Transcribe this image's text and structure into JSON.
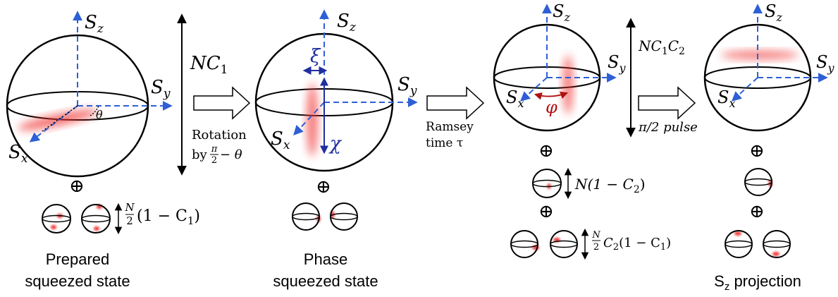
{
  "axes": {
    "sz": "S",
    "sz_sub": "z",
    "sy": "S",
    "sy_sub": "y",
    "sx": "S",
    "sx_sub": "x"
  },
  "panel1": {
    "theta": "θ",
    "height_label_main": "NC",
    "height_label_sub": "1",
    "oplus": "⊕",
    "small_label": "(1 − C",
    "small_label_sub": "1",
    "small_label_end": ")",
    "frac_num": "N",
    "frac_den": "2",
    "caption_line1": "Prepared",
    "caption_line2": "squeezed state"
  },
  "arrow1": {
    "line1": "Rotation",
    "line2_prefix": "by ",
    "frac_num": "π",
    "frac_den": "2",
    "line2_suffix": " − θ"
  },
  "panel2": {
    "xi": "ξ",
    "chi": "χ",
    "oplus": "⊕",
    "caption_line1": "Phase",
    "caption_line2": "squeezed state"
  },
  "arrow2": {
    "line1": "Ramsey",
    "line2": "time τ"
  },
  "panel3": {
    "phi": "φ",
    "height_label_main": "NC",
    "height_label_sub1": "1",
    "height_label_mid": "C",
    "height_label_sub2": "2",
    "pulse_label": "π/2 pulse",
    "oplus1": "⊕",
    "small1_label": "N(1 − C",
    "small1_sub": "2",
    "small1_end": ")",
    "oplus2": "⊕",
    "small2_frac_num": "N",
    "small2_frac_den": "2",
    "small2_c": "C",
    "small2_c_sub": "2",
    "small2_rest": "(1 − C",
    "small2_rest_sub": "1",
    "small2_end": ")"
  },
  "panel4": {
    "oplus1": "⊕",
    "oplus2": "⊕",
    "caption_main": "S",
    "caption_sub": "z",
    "caption_rest": " projection"
  },
  "colors": {
    "axis_blue": "#2e5fd6",
    "squeeze_red": "#f03030",
    "phi_arrow": "#b01010",
    "xi_chi_blue": "#1f2fa0"
  }
}
